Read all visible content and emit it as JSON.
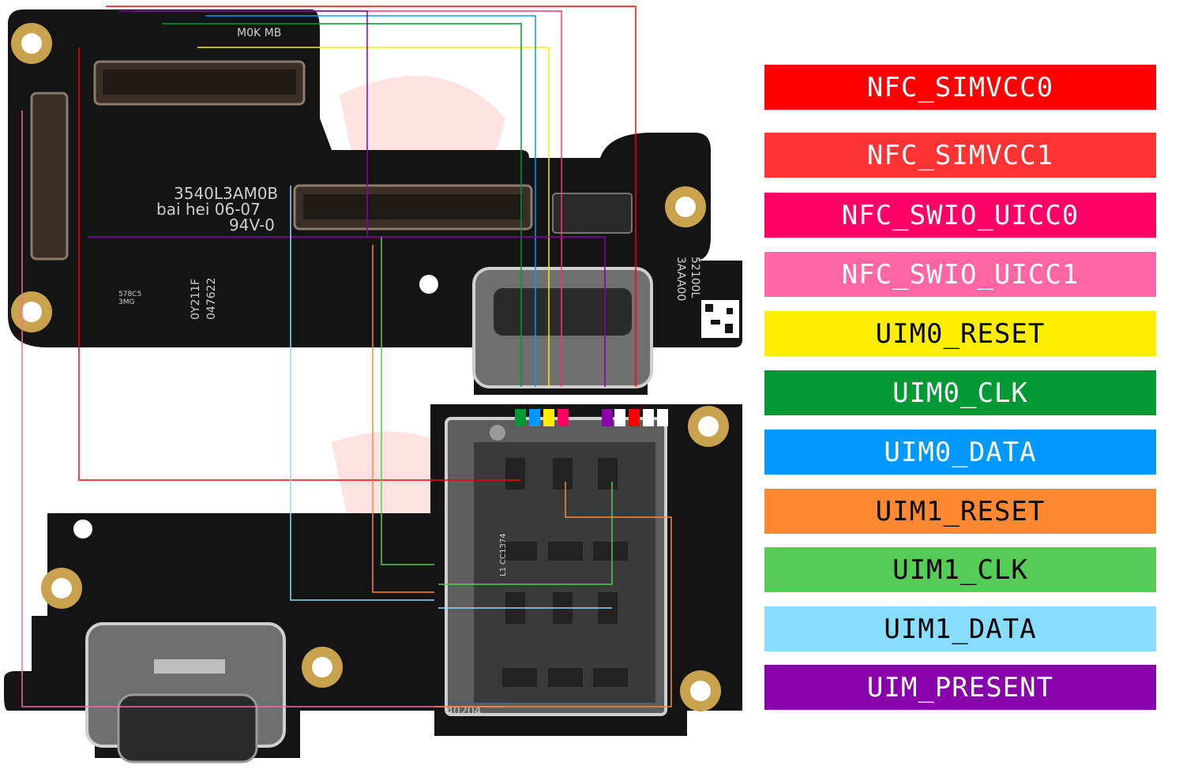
{
  "legend": [
    {
      "label": "NFC_SIMVCC0",
      "color": "#ff0000",
      "text_color": "#ffffff"
    },
    {
      "label": "NFC_SIMVCC1",
      "color": "#ff3333",
      "text_color": "#ffffff"
    },
    {
      "label": "NFC_SWIO_UICC0",
      "color": "#ff0066",
      "text_color": "#ffffff"
    },
    {
      "label": "NFC_SWIO_UICC1",
      "color": "#ff66a3",
      "text_color": "#ffffff"
    },
    {
      "label": "UIM0_RESET",
      "color": "#ffee00",
      "text_color": "#000000"
    },
    {
      "label": "UIM0_CLK",
      "color": "#009933",
      "text_color": "#ffffff"
    },
    {
      "label": "UIM0_DATA",
      "color": "#0099ff",
      "text_color": "#ffffff"
    },
    {
      "label": "UIM1_RESET",
      "color": "#ff8833",
      "text_color": "#000000"
    },
    {
      "label": "UIM1_CLK",
      "color": "#55cc55",
      "text_color": "#000000"
    },
    {
      "label": "UIM1_DATA",
      "color": "#88ddff",
      "text_color": "#000000"
    },
    {
      "label": "UIM_PRESENT",
      "color": "#8800aa",
      "text_color": "#ffffff"
    }
  ],
  "board_markings": {
    "top_part_number": "3540L3AM0B",
    "top_date_line": "bai hei 06-07",
    "top_rating": "94V-0",
    "side_code_1": "52100L",
    "side_code_2": "3AAA00",
    "lower_code_1": "0Y211F",
    "lower_code_2": "047622",
    "chip_marking_1": "578C5",
    "chip_marking_2": "3MG",
    "connector_text": "M0K MB",
    "sim_label": "L1 CC1374",
    "bottom_code": "40204"
  }
}
